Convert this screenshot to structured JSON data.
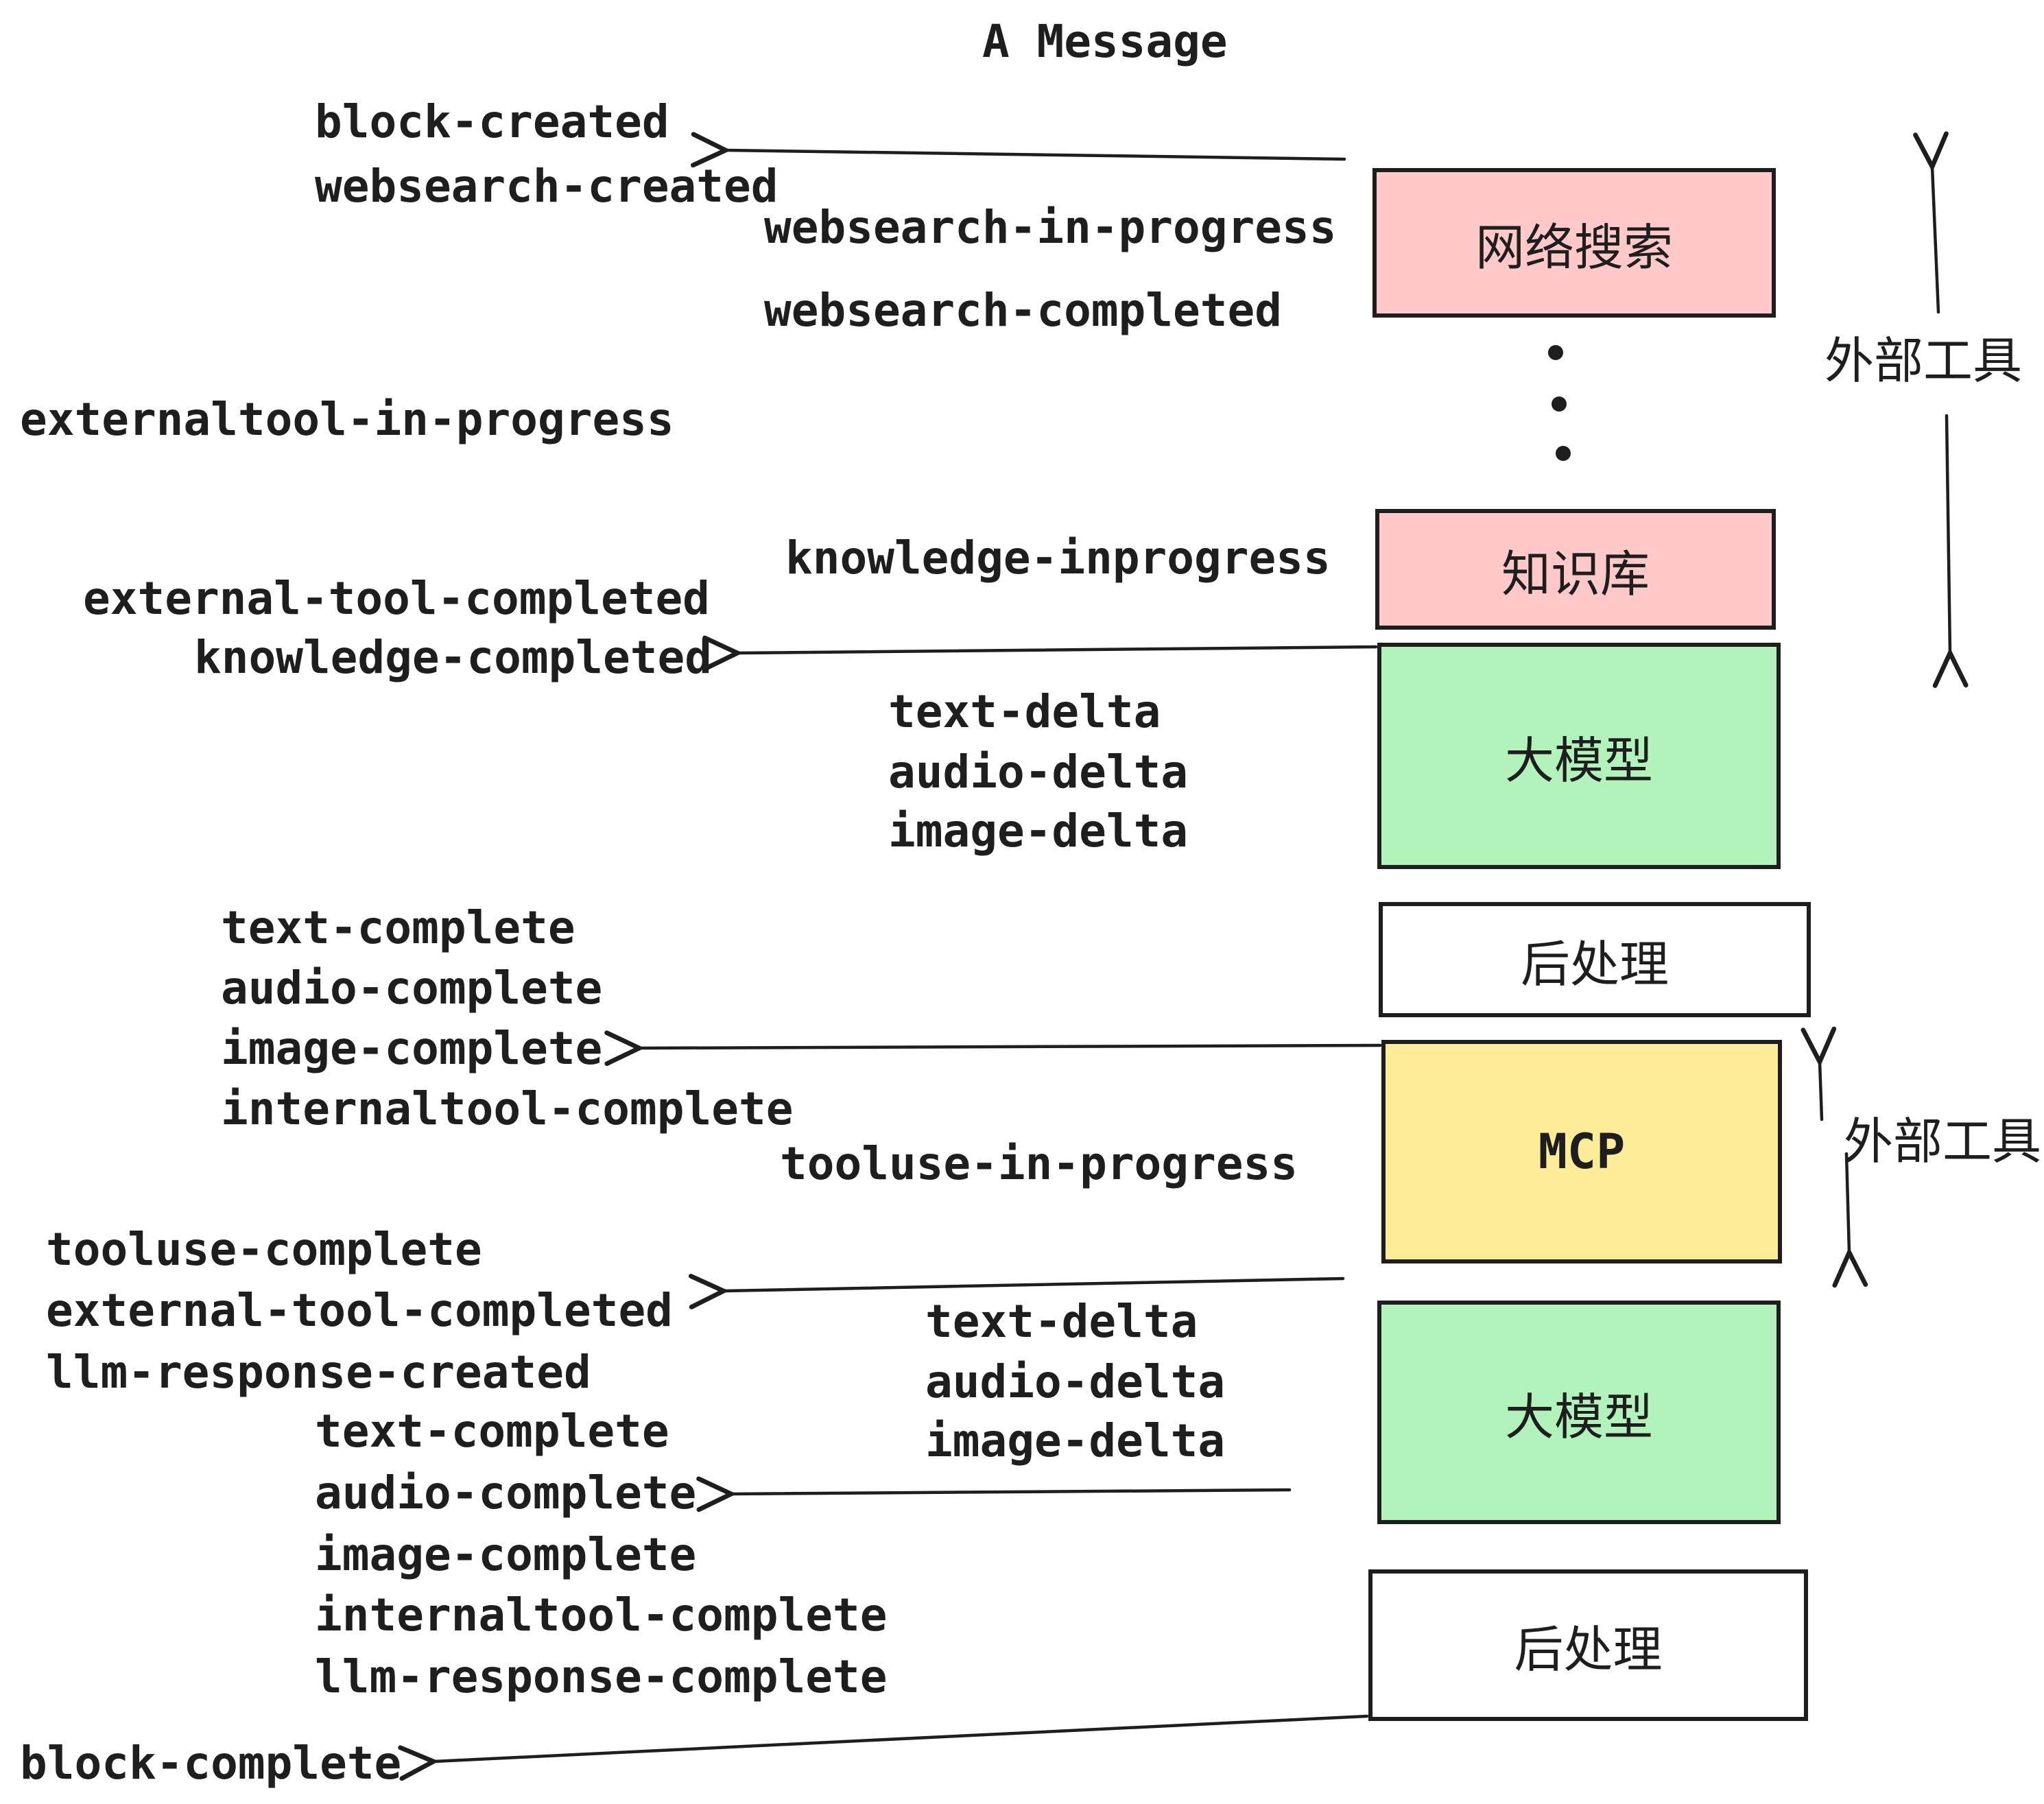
{
  "title": "A Message",
  "events": [
    {
      "text": "block-created"
    },
    {
      "text": "websearch-created"
    },
    {
      "text": "websearch-in-progress"
    },
    {
      "text": "websearch-completed"
    },
    {
      "text": "externaltool-in-progress"
    },
    {
      "text": "knowledge-inprogress"
    },
    {
      "text": "external-tool-completed"
    },
    {
      "text": "knowledge-completed"
    },
    {
      "text": "text-delta"
    },
    {
      "text": "audio-delta"
    },
    {
      "text": "image-delta"
    },
    {
      "text": "text-complete"
    },
    {
      "text": "audio-complete"
    },
    {
      "text": "image-complete"
    },
    {
      "text": "internaltool-complete"
    },
    {
      "text": "tooluse-in-progress"
    },
    {
      "text": "tooluse-complete"
    },
    {
      "text": "external-tool-completed"
    },
    {
      "text": "llm-response-created"
    },
    {
      "text": "text-delta"
    },
    {
      "text": "audio-delta"
    },
    {
      "text": "image-delta"
    },
    {
      "text": "text-complete"
    },
    {
      "text": "audio-complete"
    },
    {
      "text": "image-complete"
    },
    {
      "text": "internaltool-complete"
    },
    {
      "text": "llm-response-complete"
    },
    {
      "text": "block-complete"
    }
  ],
  "boxes": [
    {
      "label": "网络搜索",
      "color": "#ffc9c9"
    },
    {
      "label": "知识库",
      "color": "#ffc9c9"
    },
    {
      "label": "大模型",
      "color": "#b2f2bb"
    },
    {
      "label": "后处理",
      "color": "#ffffff"
    },
    {
      "label": "MCP",
      "color": "#ffec99"
    },
    {
      "label": "大模型",
      "color": "#b2f2bb"
    },
    {
      "label": "后处理",
      "color": "#ffffff"
    }
  ],
  "side_labels": [
    {
      "text": "外部工具"
    },
    {
      "text": "外部工具"
    }
  ],
  "colors": {
    "stroke": "#1e1e1e",
    "pink": "#ffc9c9",
    "green": "#b2f2bb",
    "yellow": "#ffec99",
    "white": "#ffffff",
    "background": "#ffffff"
  }
}
